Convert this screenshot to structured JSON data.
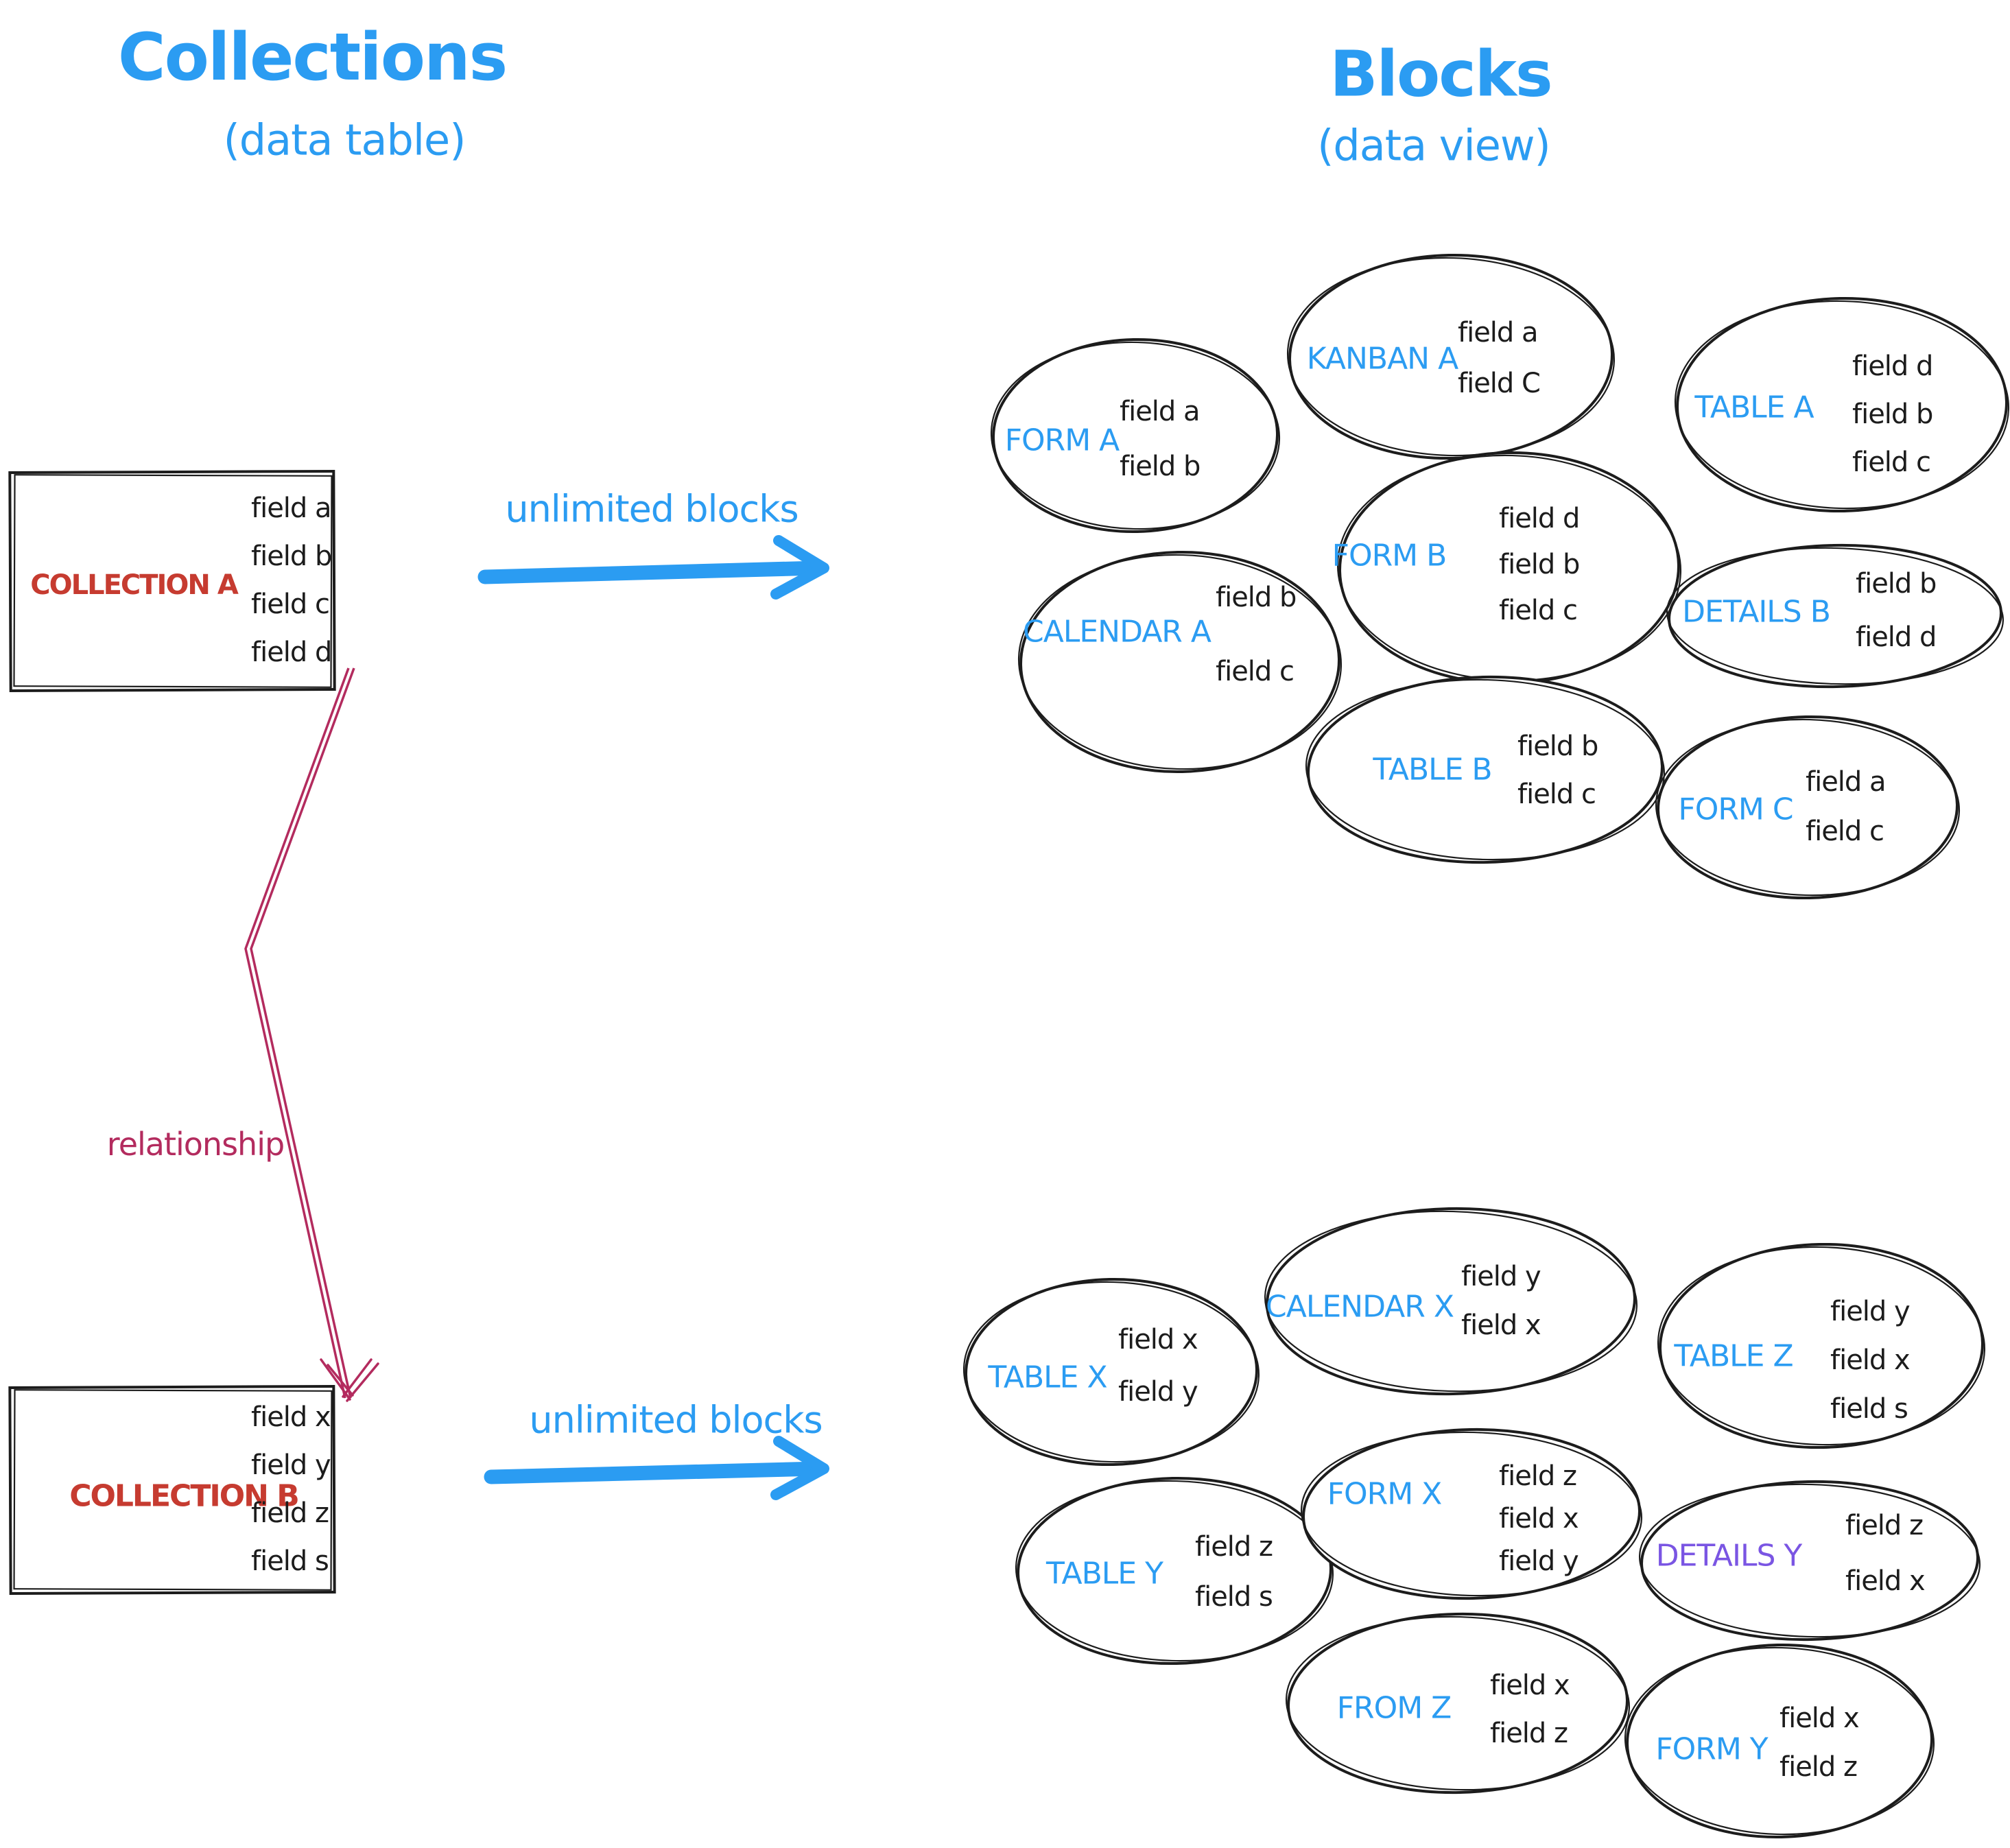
{
  "left_column": {
    "title": "Collections",
    "subtitle": "(data table)"
  },
  "right_column": {
    "title": "Blocks",
    "subtitle": "(data view)"
  },
  "collections": [
    {
      "name": "COLLECTION A",
      "fields": [
        "field a",
        "field b",
        "field c",
        "field d"
      ],
      "arrow_label": "unlimited blocks"
    },
    {
      "name": "COLLECTION B",
      "fields": [
        "field x",
        "field y",
        "field z",
        "field s"
      ],
      "arrow_label": "unlimited blocks"
    }
  ],
  "relationship_label": "relationship",
  "blocks_a": [
    {
      "label": "FORM A",
      "fields": [
        "field a",
        "field b"
      ]
    },
    {
      "label": "KANBAN A",
      "fields": [
        "field a",
        "field C"
      ]
    },
    {
      "label": "TABLE A",
      "fields": [
        "field d",
        "field b",
        "field c"
      ]
    },
    {
      "label": "CALENDAR A",
      "fields": [
        "field b",
        "field c"
      ]
    },
    {
      "label": "FORM B",
      "fields": [
        "field d",
        "field b",
        "field c"
      ]
    },
    {
      "label": "DETAILS B",
      "fields": [
        "field b",
        "field d"
      ]
    },
    {
      "label": "TABLE B",
      "fields": [
        "field b",
        "field c"
      ]
    },
    {
      "label": "FORM C",
      "fields": [
        "field a",
        "field c"
      ]
    }
  ],
  "blocks_b": [
    {
      "label": "TABLE X",
      "fields": [
        "field x",
        "field y"
      ]
    },
    {
      "label": "CALENDAR X",
      "fields": [
        "field y",
        "field x"
      ]
    },
    {
      "label": "TABLE Z",
      "fields": [
        "field y",
        "field x",
        "field s"
      ]
    },
    {
      "label": "TABLE Y",
      "fields": [
        "field z",
        "field s"
      ]
    },
    {
      "label": "FORM X",
      "fields": [
        "field z",
        "field x",
        "field y"
      ]
    },
    {
      "label": "DETAILS Y",
      "fields": [
        "field z",
        "field x"
      ],
      "label_color": "#7a55e3"
    },
    {
      "label": "FROM Z",
      "fields": [
        "field x",
        "field z"
      ]
    },
    {
      "label": "FORM Y",
      "fields": [
        "field x",
        "field z"
      ]
    }
  ],
  "colors": {
    "accent_blue": "#2b9cf2",
    "collection_red": "#c63b30",
    "relationship_pink": "#b32b5e",
    "details_purple": "#7a55e3",
    "ink_black": "#1c1c1c"
  }
}
